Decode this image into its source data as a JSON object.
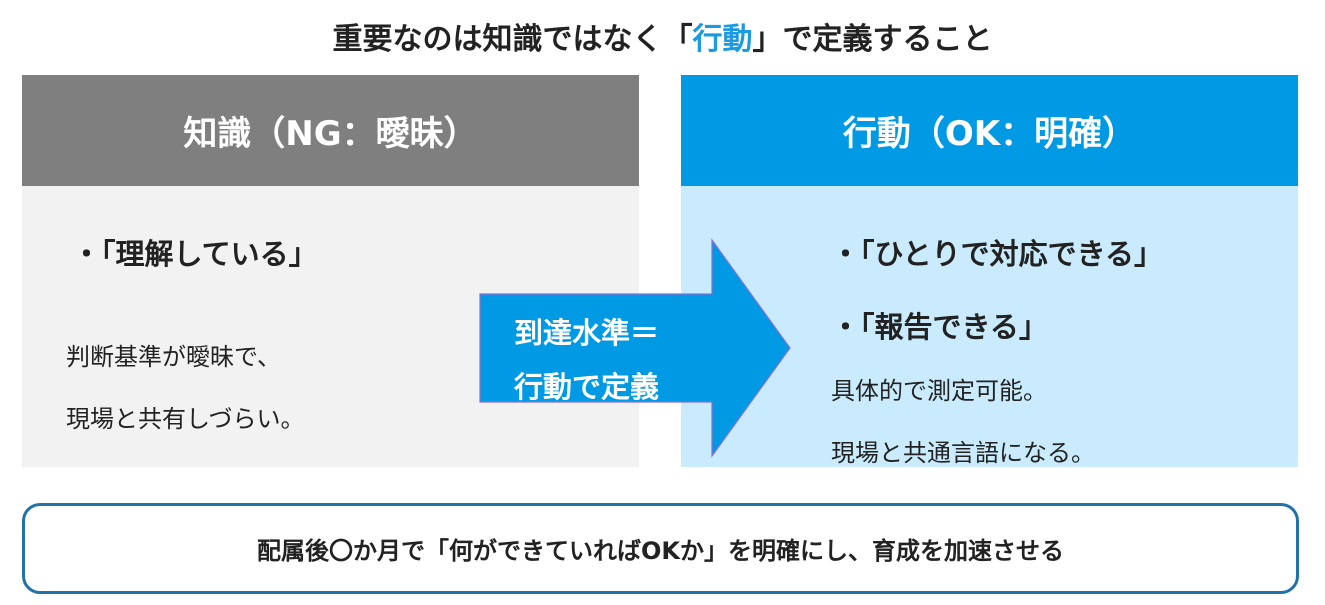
{
  "title": {
    "before": "重要なのは知識ではなく「",
    "highlight": "行動",
    "after": "」で定義すること"
  },
  "left": {
    "header": "知識（NG：曖昧）",
    "bullets": [
      "・「理解している」"
    ],
    "notes": [
      "判断基準が曖昧で、",
      "現場と共有しづらい。"
    ]
  },
  "right": {
    "header": "行動（OK：明確）",
    "bullets": [
      "・「ひとりで対応できる」",
      "・「報告できる」"
    ],
    "notes": [
      "具体的で測定可能。",
      "現場と共通言語になる。"
    ]
  },
  "arrow": {
    "line1": "到達水準＝",
    "line2": "行動で定義"
  },
  "bottom": "配属後〇か月で「何ができていればOKか」を明確にし、育成を加速させる",
  "colors": {
    "accent": "#0099e3",
    "gray": "#7f7f7f",
    "border": "#1f73a8"
  }
}
